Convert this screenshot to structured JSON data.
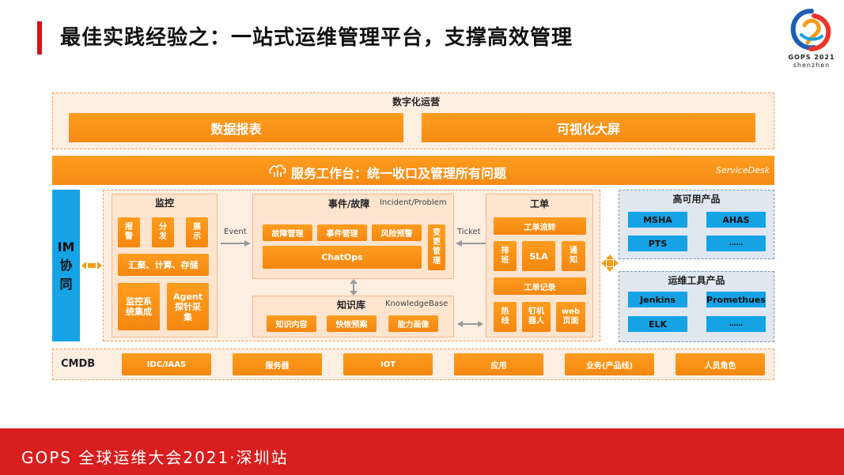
{
  "title": "最佳实践经验之：一站式运维管理平台，支撑高效管理",
  "logo": {
    "line1": "GOPS 2021",
    "line2": "shenzhen"
  },
  "footer": "GOPS 全球运维大会2021·深圳站",
  "digital_ops": {
    "label": "数字化运营",
    "items": [
      "数据报表",
      "可视化大屏"
    ]
  },
  "service_desk": {
    "label": "服务工作台：统一收口及管理所有问题",
    "tag": "ServiceDesk"
  },
  "im": {
    "chars": [
      "IM",
      "协",
      "同"
    ]
  },
  "monitor": {
    "title": "监控",
    "top": [
      [
        "报",
        "警"
      ],
      [
        "分",
        "发"
      ],
      [
        "展",
        "示"
      ]
    ],
    "middle": "汇聚、计算、存储",
    "bottom": [
      [
        "监控系",
        "统集成"
      ],
      [
        "Agent",
        "探针采",
        "集"
      ]
    ]
  },
  "event_arrow": "Event",
  "incident": {
    "title": "事件/故障",
    "tag": "Incident/Problem",
    "items": [
      "故障管理",
      "事件管理",
      "风险预警"
    ],
    "chatops": "ChatOps",
    "change": [
      "变",
      "更",
      "管",
      "理"
    ]
  },
  "knowledge": {
    "title": "知识库",
    "tag": "KnowledgeBase",
    "items": [
      "知识内容",
      "快恢预案",
      "能力画像"
    ]
  },
  "ticket_arrow": "Ticket",
  "workorder": {
    "title": "工单",
    "flow": "工单流转",
    "mid": [
      [
        "排",
        "班"
      ],
      [
        "SLA"
      ],
      [
        "通",
        "知"
      ]
    ],
    "record": "工单记录",
    "bottom": [
      [
        "热",
        "线"
      ],
      [
        "钉机",
        "器人"
      ],
      [
        "web",
        "页面"
      ]
    ]
  },
  "ha_products": {
    "title": "高可用产品",
    "items": [
      "MSHA",
      "AHAS",
      "PTS",
      "……"
    ]
  },
  "ops_tools": {
    "title": "运维工具产品",
    "items": [
      "Jenkins",
      "Promethues",
      "ELK",
      "……"
    ]
  },
  "cmdb": {
    "label": "CMDB",
    "items": [
      "IDC/IAAS",
      "服务器",
      "IOT",
      "应用",
      "业务(产品线)",
      "人员角色"
    ]
  }
}
